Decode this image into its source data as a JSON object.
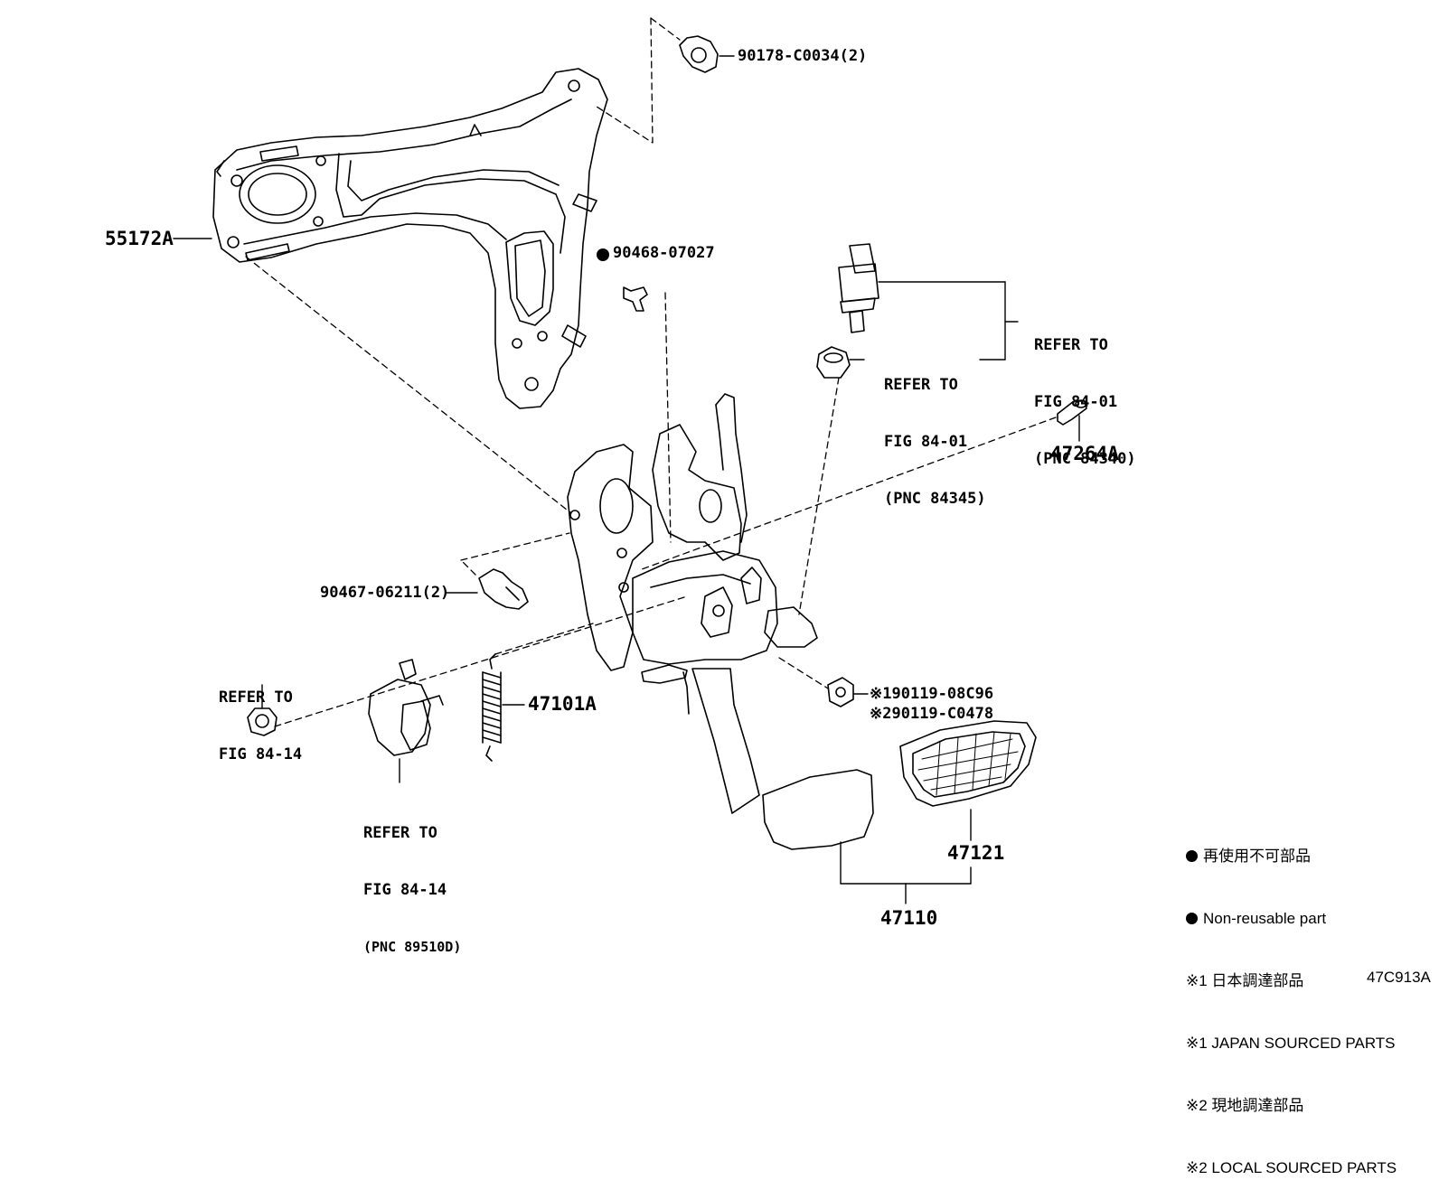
{
  "parts": {
    "p55172a": "55172A",
    "p90178": "90178-C0034(2)",
    "p90468": "90468-07027",
    "p47264a": "47264A",
    "p90467": "90467-06211(2)",
    "p47101a": "47101A",
    "p90119_1": "90119-08C96",
    "p90119_2": "90119-C0478",
    "p47121": "47121",
    "p47110": "47110"
  },
  "refs": {
    "ref_stop_switch": [
      "REFER TO",
      "FIG 84-01",
      "(PNC 84340)"
    ],
    "ref_cushion": [
      "REFER TO",
      "FIG 84-01",
      "(PNC 84345)"
    ],
    "ref_nut": [
      "REFER TO",
      "FIG 84-14"
    ],
    "ref_sensor": [
      "REFER TO",
      "FIG 84-14",
      "(PNC 89510D)"
    ]
  },
  "marks": {
    "m1": "※1",
    "m2": "※2"
  },
  "legend": [
    "再使用不可部品",
    "Non-reusable part",
    "※1 日本調達部品",
    "※1 JAPAN SOURCED PARTS",
    "※2 現地調達部品",
    "※2 LOCAL SOURCED PARTS"
  ],
  "figure_code": "47C913A"
}
